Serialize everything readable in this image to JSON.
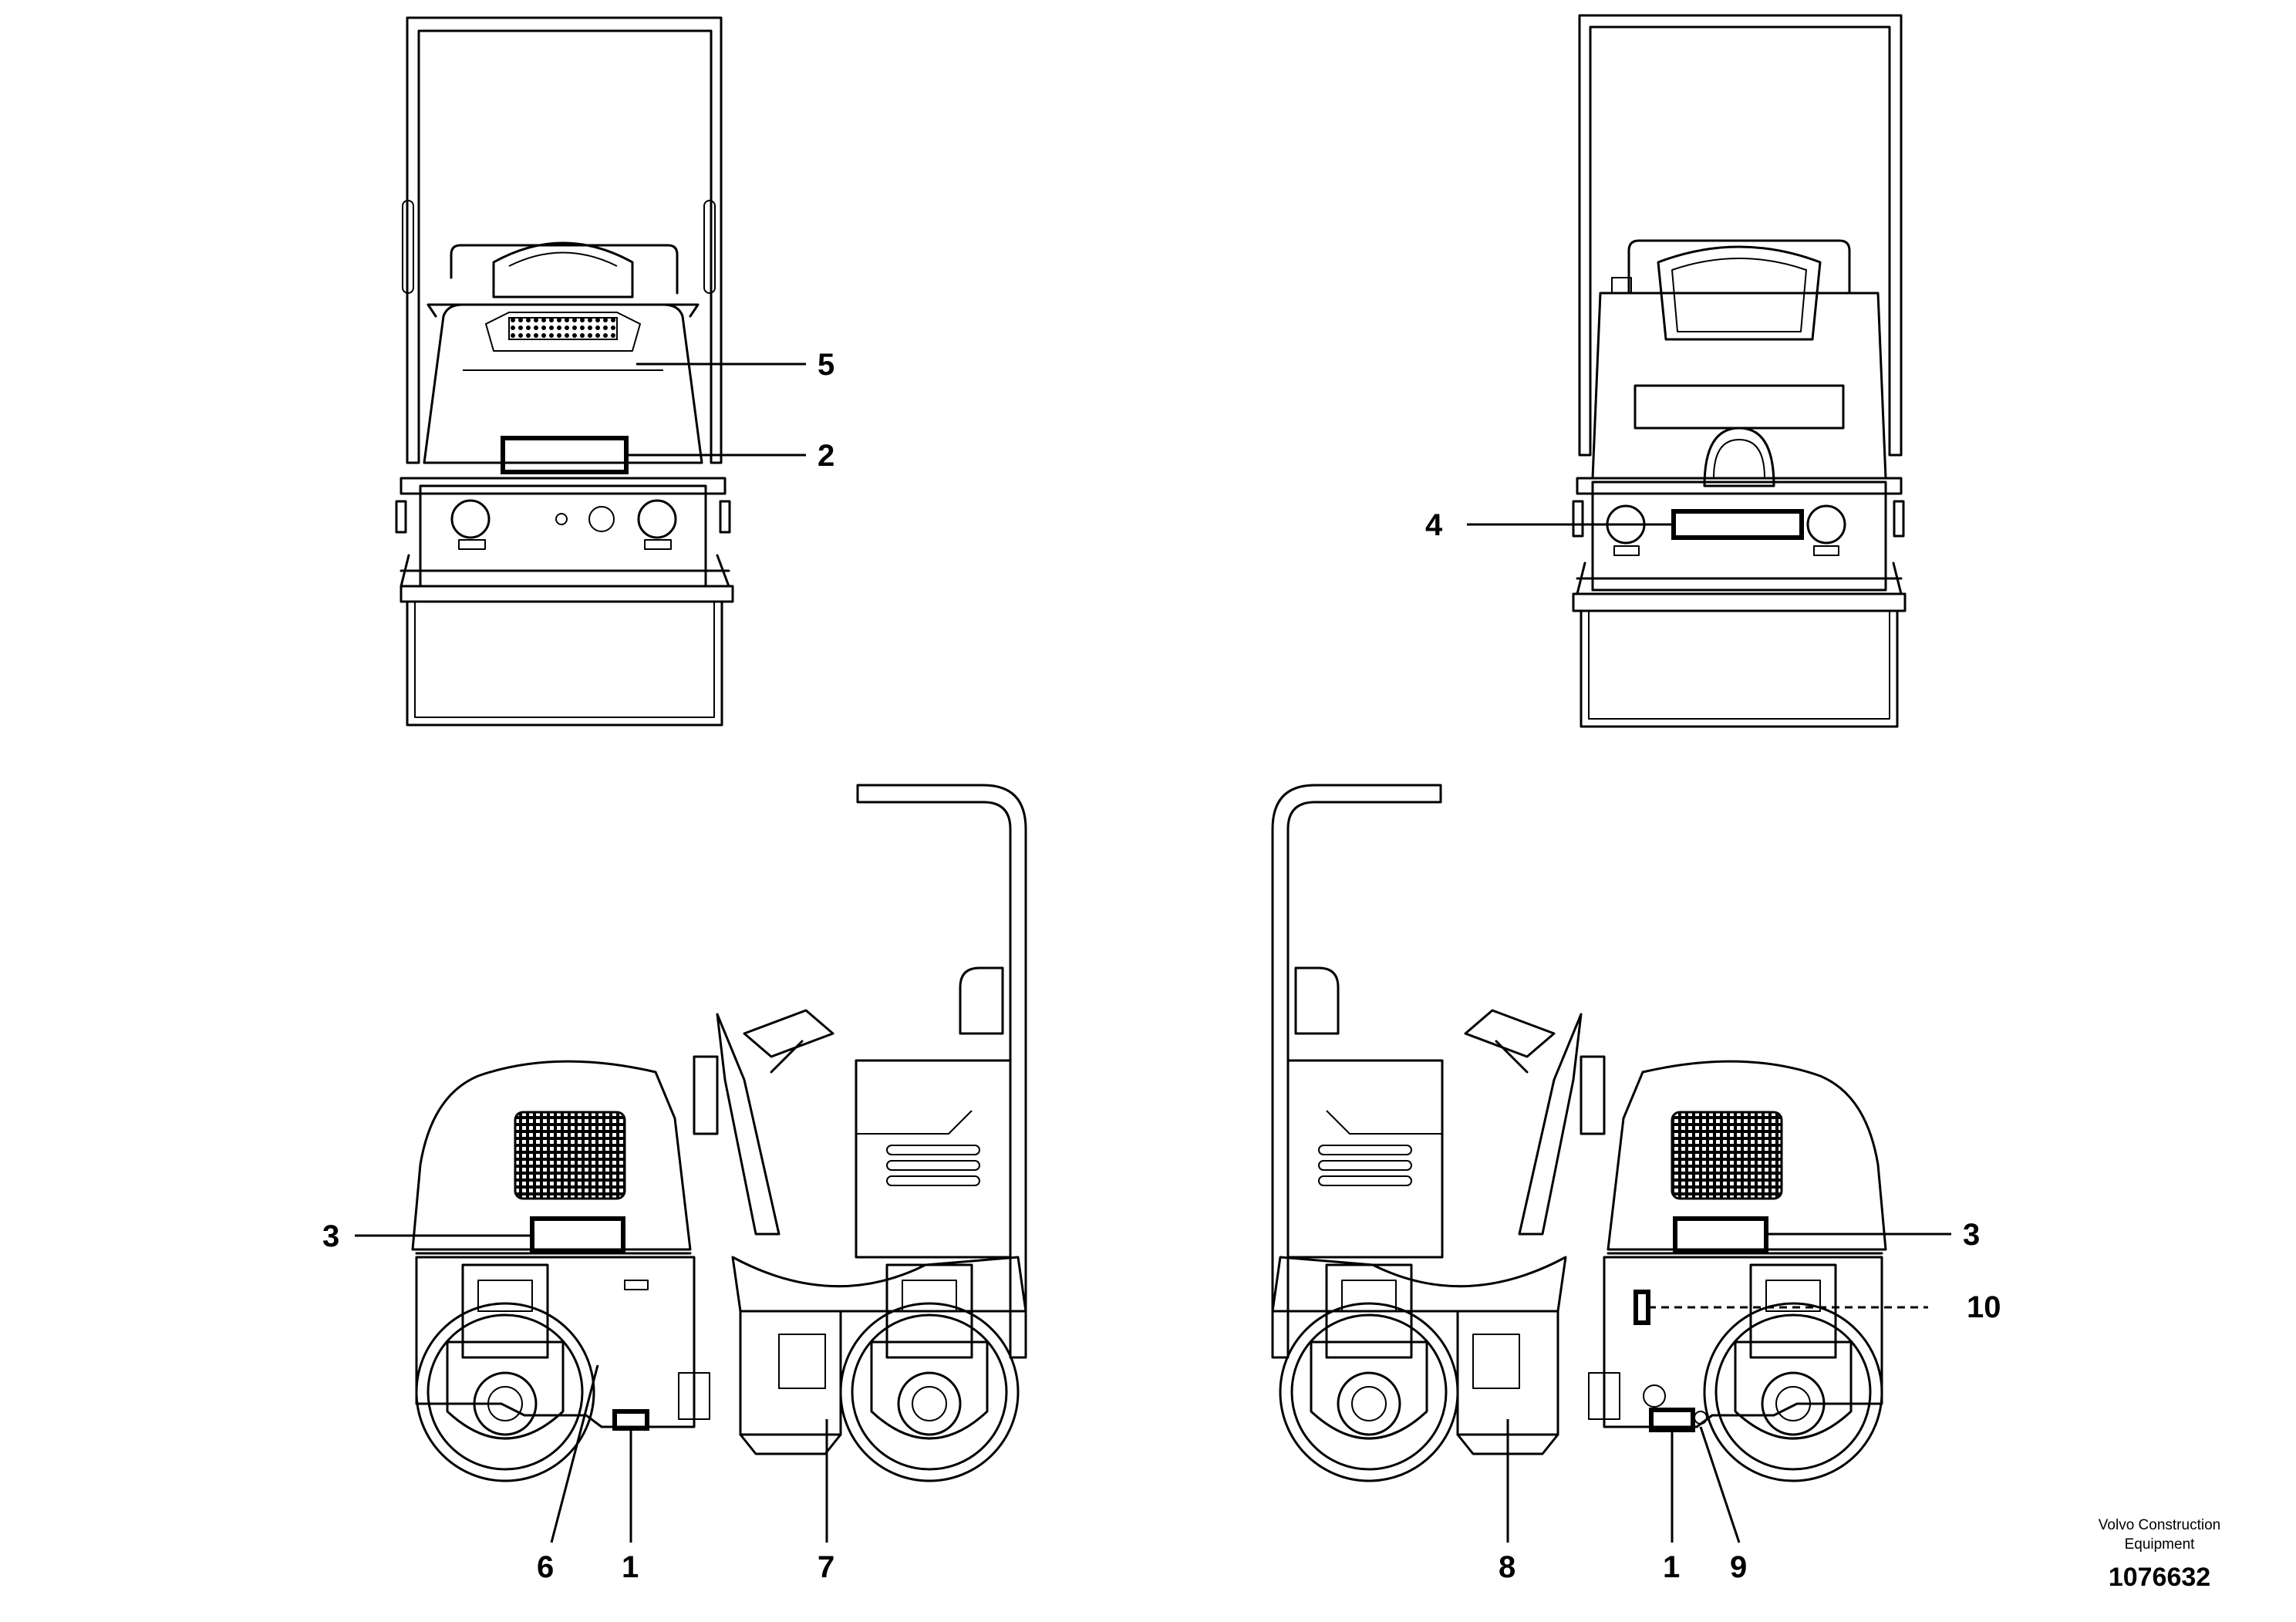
{
  "callouts": {
    "c1a": "1",
    "c1b": "1",
    "c2": "2",
    "c3a": "3",
    "c3b": "3",
    "c4": "4",
    "c5": "5",
    "c6": "6",
    "c7": "7",
    "c8": "8",
    "c9": "9",
    "c10": "10"
  },
  "credit": {
    "line1": "Volvo Construction",
    "line2": "Equipment",
    "part_number": "1076632"
  }
}
